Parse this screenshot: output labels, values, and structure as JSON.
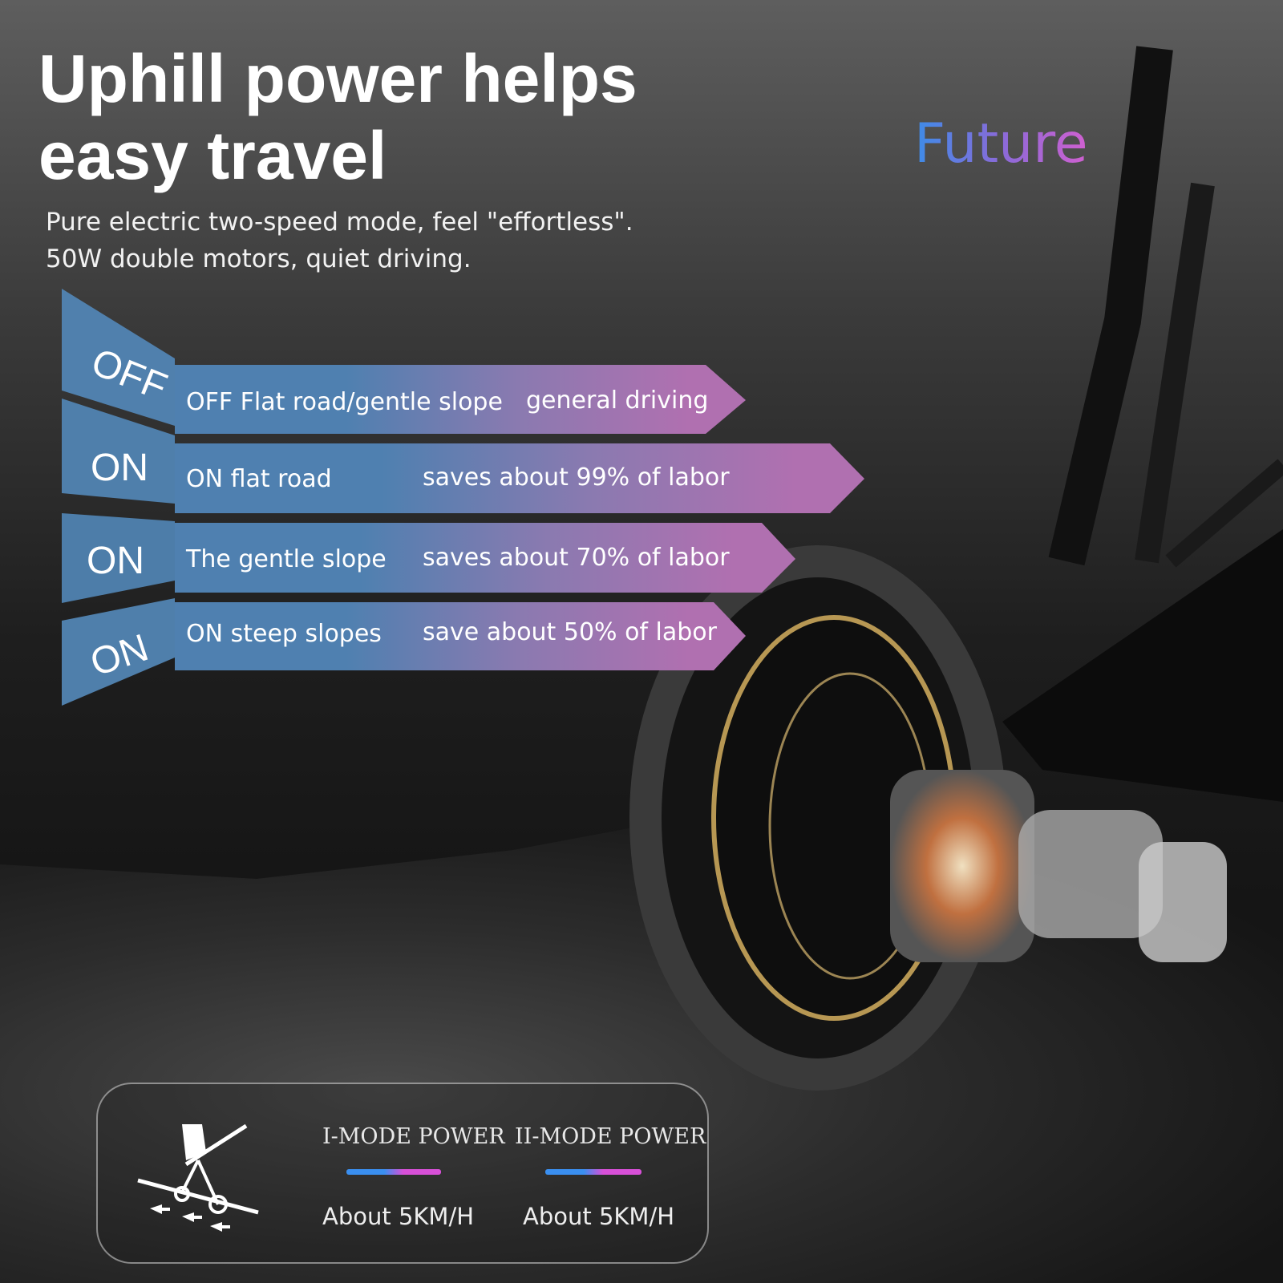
{
  "headline": {
    "line1": "Uphill power helps",
    "line2": "easy travel"
  },
  "subtitle": {
    "line1": "Pure electric two-speed mode, feel \"effortless\".",
    "line2": "50W double motors, quiet driving."
  },
  "brand": "Future",
  "modes": [
    {
      "tab": "OFF",
      "condition": "OFF Flat road/gentle slope",
      "effect": "general driving"
    },
    {
      "tab": "ON",
      "condition": "ON flat road",
      "effect": "saves about 99% of labor"
    },
    {
      "tab": "ON",
      "condition": "The gentle slope",
      "effect": "saves about 70% of labor"
    },
    {
      "tab": "ON",
      "condition": "ON steep slopes",
      "effect": "save about 50% of labor"
    }
  ],
  "power_panel": {
    "icon": "stroller-uphill-icon",
    "mode1": {
      "label": "I-MODE POWER",
      "speed": "About 5KM/H"
    },
    "mode2": {
      "label": "II-MODE POWER",
      "speed": "About 5KM/H"
    }
  },
  "colors": {
    "blue": "#4f7fae",
    "purple": "#b070b0",
    "accent_blue": "#3a8ff0",
    "accent_pink": "#d850d8"
  }
}
